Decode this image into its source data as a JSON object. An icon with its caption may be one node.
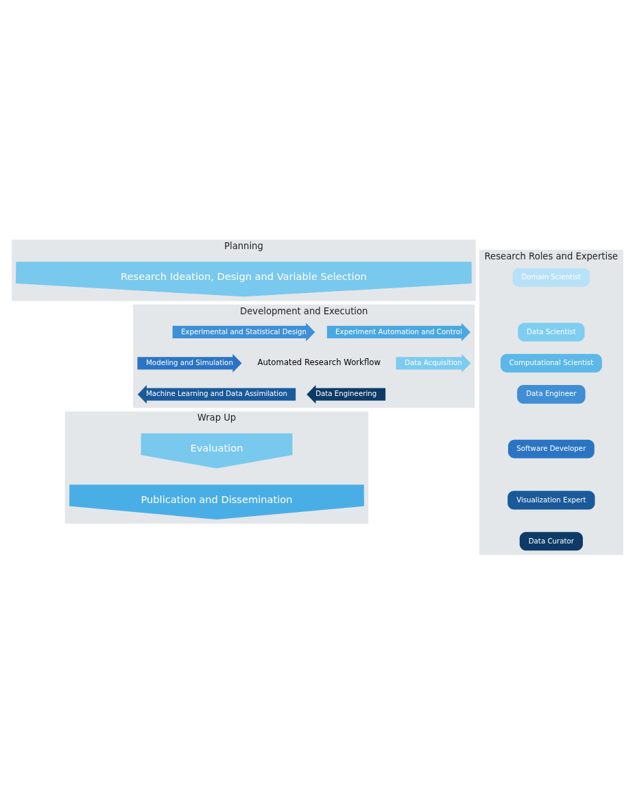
{
  "diagram": {
    "nodes": [
      {
        "text": [
          "Planning"
        ]
      },
      {
        "text": [
          "Research Ideation, Design and Variable Selection"
        ],
        "in": 0
      },
      {
        "text": [
          "Development and Execution"
        ]
      },
      {
        "text": [
          "Experimental and Statistical Design"
        ],
        "in": 2
      },
      {
        "text": [
          "Experiment Automation and Control"
        ],
        "in": 2
      },
      {
        "text": [
          "Data Acquisition"
        ],
        "in": 2
      },
      {
        "text": [
          "Data Engineering"
        ],
        "in": 2
      },
      {
        "text": [
          "Machine Learning and Data Assimilation"
        ],
        "in": 2
      },
      {
        "text": [
          "Modeling and Simulation"
        ],
        "in": 2
      },
      {
        "text": [
          "Automated Research Workflow"
        ],
        "in": 2
      },
      {
        "text": [
          "Wrap Up"
        ]
      },
      {
        "text": [
          "Evaluation"
        ],
        "in": 10
      },
      {
        "text": [
          "Publication and Dissemination"
        ],
        "in": 10
      },
      {
        "text": [
          "Research Roles and Expertise"
        ]
      },
      {
        "text": [
          "Domain Scientist"
        ],
        "in": 13
      },
      {
        "text": [
          "Data Scientist"
        ],
        "in": 13
      },
      {
        "text": [
          "Computational Scientist"
        ],
        "in": 13
      },
      {
        "text": [
          "Data Engineer"
        ],
        "in": 13
      },
      {
        "text": [
          "Software Developer"
        ],
        "in": 13
      },
      {
        "text": [
          "Visualization Expert"
        ],
        "in": 13
      },
      {
        "text": [
          "Data Curator"
        ],
        "in": 13
      }
    ]
  }
}
